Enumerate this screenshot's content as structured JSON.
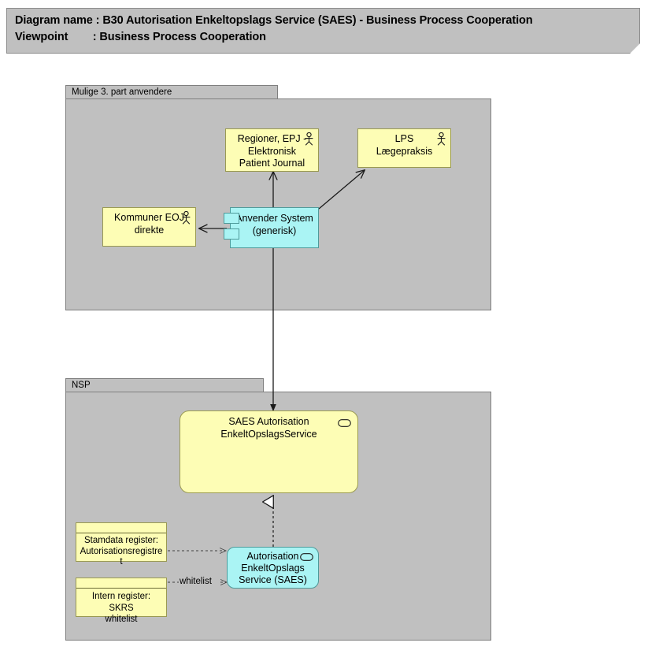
{
  "banner": {
    "line1": "Diagram name : B30 Autorisation Enkeltopslags Service (SAES) - Business Process Cooperation",
    "line2": "Viewpoint        : Business Process Cooperation"
  },
  "groups": [
    {
      "id": "group-third-party",
      "label": "Mulige 3. part anvendere"
    },
    {
      "id": "group-nsp",
      "label": "NSP"
    }
  ],
  "nodes": {
    "regioner": {
      "label": "Regioner, EPJ -\nElektronisk\nPatient Journal",
      "icon": "actor-icon"
    },
    "lps": {
      "label": "LPS\nLægepraksis",
      "icon": "actor-icon"
    },
    "kommuner": {
      "label": "Kommuner EOJ\ndirekte",
      "icon": "actor-icon"
    },
    "anvender_system": {
      "label": "Anvender System\n(generisk)",
      "icon": "component-icon"
    },
    "saes_service": {
      "label": "SAES Autorisation\nEnkeltOpslagsService",
      "icon": "service-oval-icon"
    },
    "autorisation_saes": {
      "label": "Autorisation\nEnkeltOpslags\nService (SAES)",
      "icon": "service-oval-icon"
    },
    "stamdata_register": {
      "label": "Stamdata register:\nAutorisationsregistre\nt"
    },
    "intern_register": {
      "label": "Intern register: SKRS\nwhitelist"
    }
  },
  "edges": {
    "whitelist_label": "whitelist"
  },
  "colors": {
    "banner_fill": "#c0c0c0",
    "group_fill": "#c0c0c0",
    "group_border": "#7f7f7f",
    "actor_fill": "#fdfdb5",
    "actor_border": "#9a9a52",
    "component_fill": "#aaf4f4",
    "component_border": "#4f9a9a",
    "line": "#1a1a1a",
    "page_bg": "#ffffff"
  }
}
